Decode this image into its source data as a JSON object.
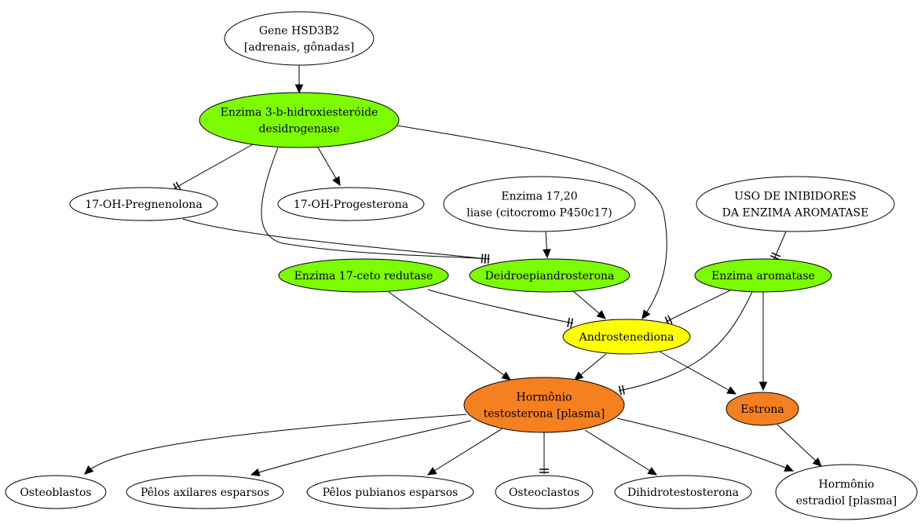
{
  "colors": {
    "green": "#7cfc00",
    "yellow": "#ffff00",
    "orange": "#f58020",
    "white": "#ffffff",
    "stroke": "#000000"
  },
  "nodes": {
    "gene": {
      "lines": [
        "Gene HSD3B2",
        "[adrenais, gônadas]"
      ],
      "fill": "white"
    },
    "enz3b": {
      "lines": [
        "Enzima 3-b-hidroxiesteróide",
        "desidrogenase"
      ],
      "fill": "green"
    },
    "preg": {
      "lines": [
        "17-OH-Pregnenolona"
      ],
      "fill": "white"
    },
    "prog": {
      "lines": [
        "17-OH-Progesterona"
      ],
      "fill": "white"
    },
    "enz1720": {
      "lines": [
        "Enzima 17,20",
        "liase (citocromo P450c17)"
      ],
      "fill": "white"
    },
    "inib": {
      "lines": [
        "USO DE INIBIDORES",
        "DA ENZIMA AROMATASE"
      ],
      "fill": "white"
    },
    "ceto": {
      "lines": [
        "Enzima 17-ceto redutase"
      ],
      "fill": "green"
    },
    "dhea": {
      "lines": [
        "Deidroepiandrosterona"
      ],
      "fill": "green"
    },
    "arom": {
      "lines": [
        "Enzima aromatase"
      ],
      "fill": "green"
    },
    "andro": {
      "lines": [
        "Androstenediona"
      ],
      "fill": "yellow"
    },
    "testo": {
      "lines": [
        "Hormônio",
        "testosterona [plasma]"
      ],
      "fill": "orange"
    },
    "estrona": {
      "lines": [
        "Estrona"
      ],
      "fill": "orange"
    },
    "osteob": {
      "lines": [
        "Osteoblastos"
      ],
      "fill": "white"
    },
    "axil": {
      "lines": [
        "Pêlos axilares esparsos"
      ],
      "fill": "white"
    },
    "pub": {
      "lines": [
        "Pêlos pubianos esparsos"
      ],
      "fill": "white"
    },
    "osteoc": {
      "lines": [
        "Osteoclastos"
      ],
      "fill": "white"
    },
    "dht": {
      "lines": [
        "Dihidrotestosterona"
      ],
      "fill": "white"
    },
    "estradiol": {
      "lines": [
        "Hormônio",
        "estradiol [plasma]"
      ],
      "fill": "white"
    }
  },
  "edges": [
    {
      "from": "gene",
      "to": "enz3b",
      "type": "activates"
    },
    {
      "from": "enz3b",
      "to": "preg",
      "type": "inhibits"
    },
    {
      "from": "enz3b",
      "to": "prog",
      "type": "activates"
    },
    {
      "from": "enz3b",
      "to": "dhea",
      "type": "inhibits"
    },
    {
      "from": "enz3b",
      "to": "andro",
      "type": "activates"
    },
    {
      "from": "preg",
      "to": "dhea",
      "type": "inhibits"
    },
    {
      "from": "enz1720",
      "to": "dhea",
      "type": "activates"
    },
    {
      "from": "inib",
      "to": "arom",
      "type": "inhibits"
    },
    {
      "from": "ceto",
      "to": "andro",
      "type": "inhibits"
    },
    {
      "from": "ceto",
      "to": "testo",
      "type": "activates"
    },
    {
      "from": "dhea",
      "to": "andro",
      "type": "activates"
    },
    {
      "from": "arom",
      "to": "andro",
      "type": "inhibits"
    },
    {
      "from": "arom",
      "to": "testo",
      "type": "inhibits"
    },
    {
      "from": "arom",
      "to": "estrona",
      "type": "activates"
    },
    {
      "from": "andro",
      "to": "testo",
      "type": "activates"
    },
    {
      "from": "andro",
      "to": "estrona",
      "type": "activates"
    },
    {
      "from": "estrona",
      "to": "estradiol",
      "type": "activates"
    },
    {
      "from": "testo",
      "to": "osteob",
      "type": "activates"
    },
    {
      "from": "testo",
      "to": "axil",
      "type": "activates"
    },
    {
      "from": "testo",
      "to": "pub",
      "type": "activates"
    },
    {
      "from": "testo",
      "to": "osteoc",
      "type": "inhibits"
    },
    {
      "from": "testo",
      "to": "dht",
      "type": "activates"
    },
    {
      "from": "testo",
      "to": "estradiol",
      "type": "activates"
    }
  ]
}
